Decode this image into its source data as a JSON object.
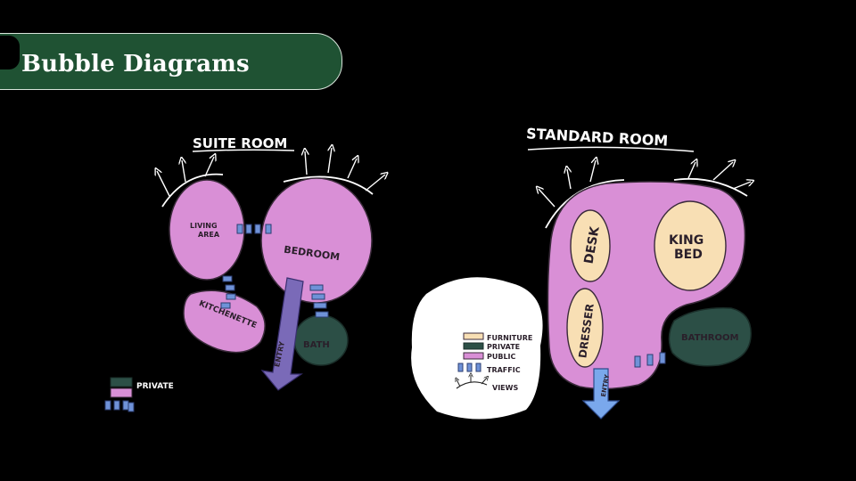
{
  "slide": {
    "title": "Bubble Diagrams"
  },
  "suite": {
    "heading": "SUITE ROOM",
    "living": [
      "LIVING",
      "AREA"
    ],
    "bedroom": "BEDROOM",
    "kitchenette": "KITCHENETTE",
    "bath": "BATH",
    "entry": "ENTRY",
    "legend": {
      "private": "PRIVATE"
    }
  },
  "standard": {
    "heading": "STANDARD ROOM",
    "desk": "DESK",
    "king_bed": [
      "KING",
      "BED"
    ],
    "dresser": "DRESSER",
    "bathroom": "BATHROOM",
    "entry": "ENTRY",
    "legend": {
      "furniture": "FURNITURE",
      "private": "PRIVATE",
      "public": "PUBLIC",
      "traffic": "TRAFFIC",
      "views": "VIEWS"
    }
  },
  "colors": {
    "public": "#d98fd6",
    "private": "#2c4f46",
    "furniture": "#f8dfb4",
    "traffic": "#6f92d8",
    "entry_suite": "#7a6ab8",
    "entry_standard": "#7aa8ec",
    "banner": "#1f5233"
  }
}
